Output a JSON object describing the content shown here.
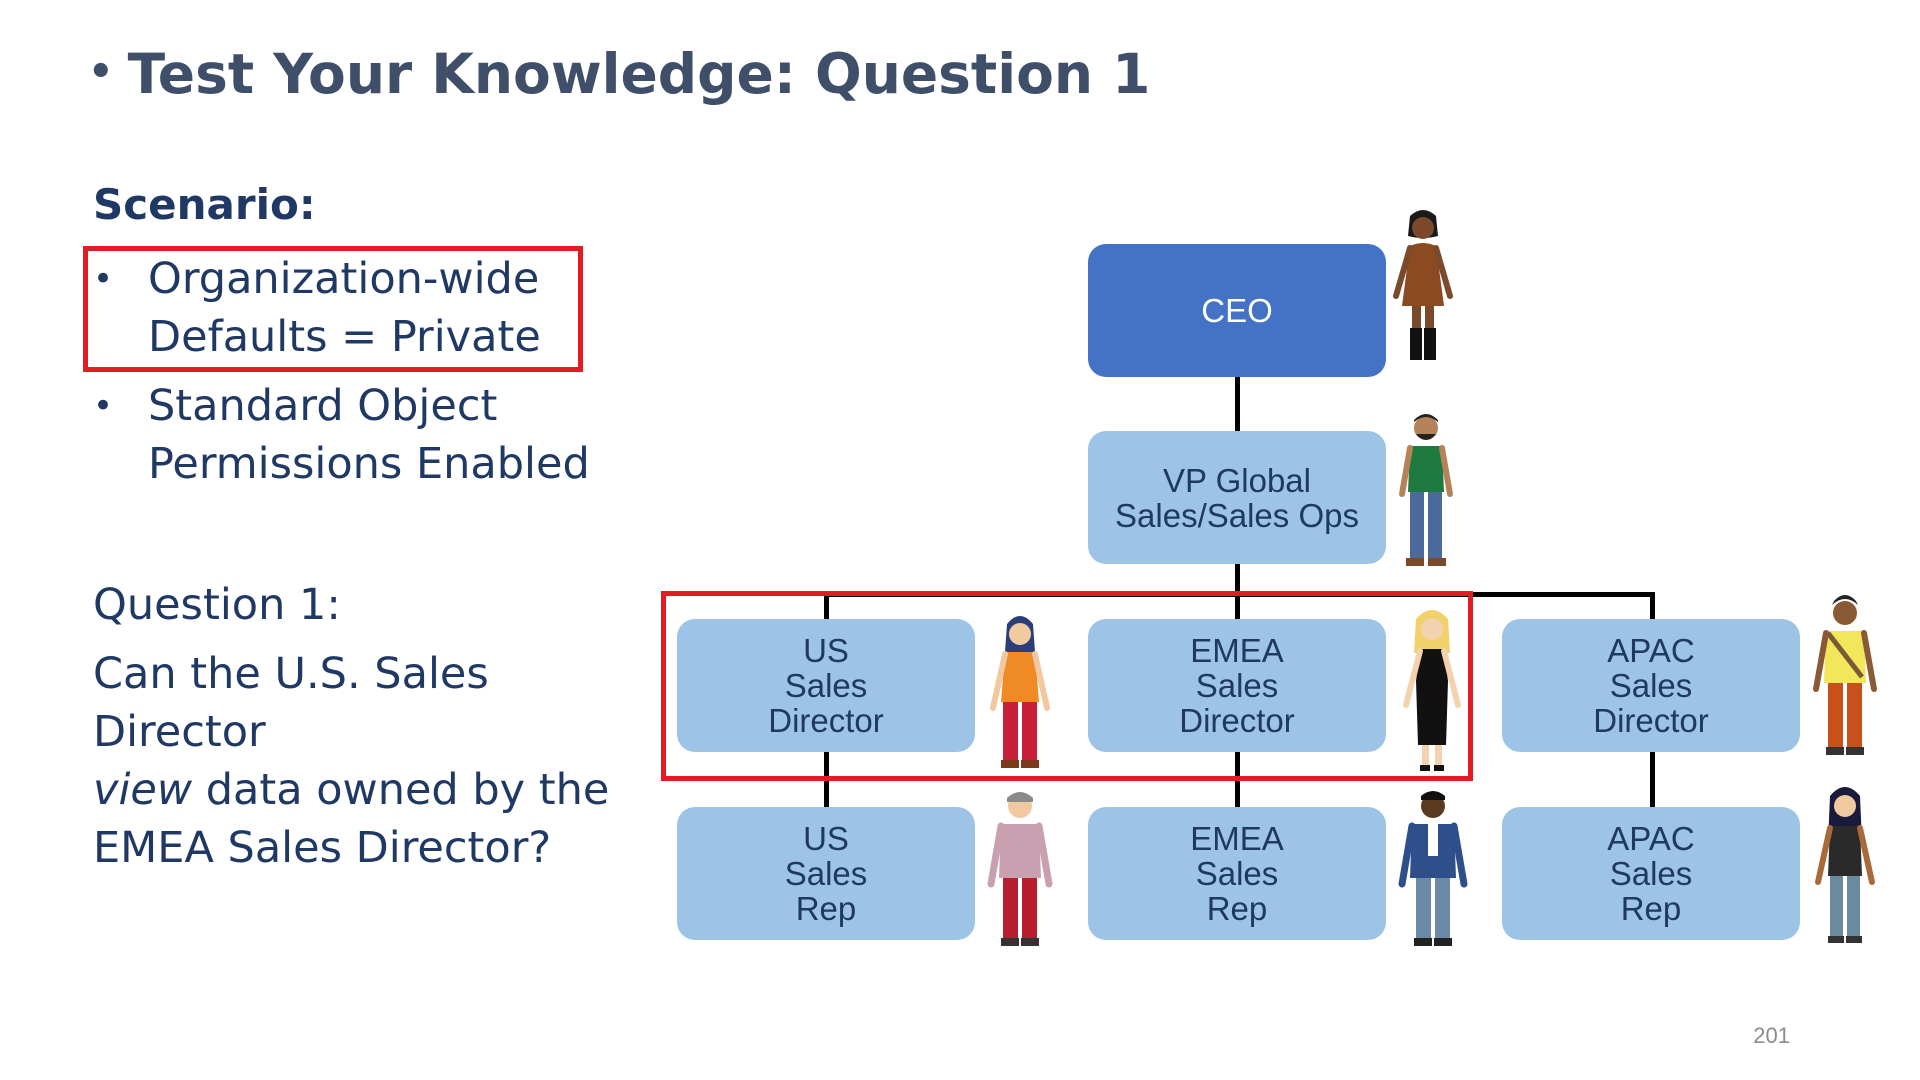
{
  "slide": {
    "title": "Test Your Knowledge: Question 1",
    "title_bullet": "•",
    "page_number": "201"
  },
  "scenario": {
    "heading": "Scenario:",
    "bullets": [
      {
        "mark": "•",
        "line1": "Organization-wide",
        "line2": "Defaults = Private"
      },
      {
        "mark": "•",
        "line1": "Standard Object",
        "line2": "Permissions Enabled"
      }
    ]
  },
  "question": {
    "label": "Question 1:",
    "line1": "Can the U.S. Sales Director",
    "line2_em": "view",
    "line2_rest": " data owned by the",
    "line3": "EMEA Sales Director?"
  },
  "org_chart": {
    "ceo": {
      "line1": "CEO"
    },
    "vp": {
      "line1": "VP Global",
      "line2": "Sales/Sales Ops"
    },
    "us_director": {
      "line1": "US",
      "line2": "Sales",
      "line3": "Director"
    },
    "emea_director": {
      "line1": "EMEA",
      "line2": "Sales",
      "line3": "Director"
    },
    "apac_director": {
      "line1": "APAC",
      "line2": "Sales",
      "line3": "Director"
    },
    "us_rep": {
      "line1": "US",
      "line2": "Sales",
      "line3": "Rep"
    },
    "emea_rep": {
      "line1": "EMEA",
      "line2": "Sales",
      "line3": "Rep"
    },
    "apac_rep": {
      "line1": "APAC",
      "line2": "Sales",
      "line3": "Rep"
    }
  },
  "colors": {
    "title": "#3f4f69",
    "text": "#1f3864",
    "top_box": "#4472c4",
    "box": "#9dc3e6",
    "highlight": "#e31b23"
  }
}
